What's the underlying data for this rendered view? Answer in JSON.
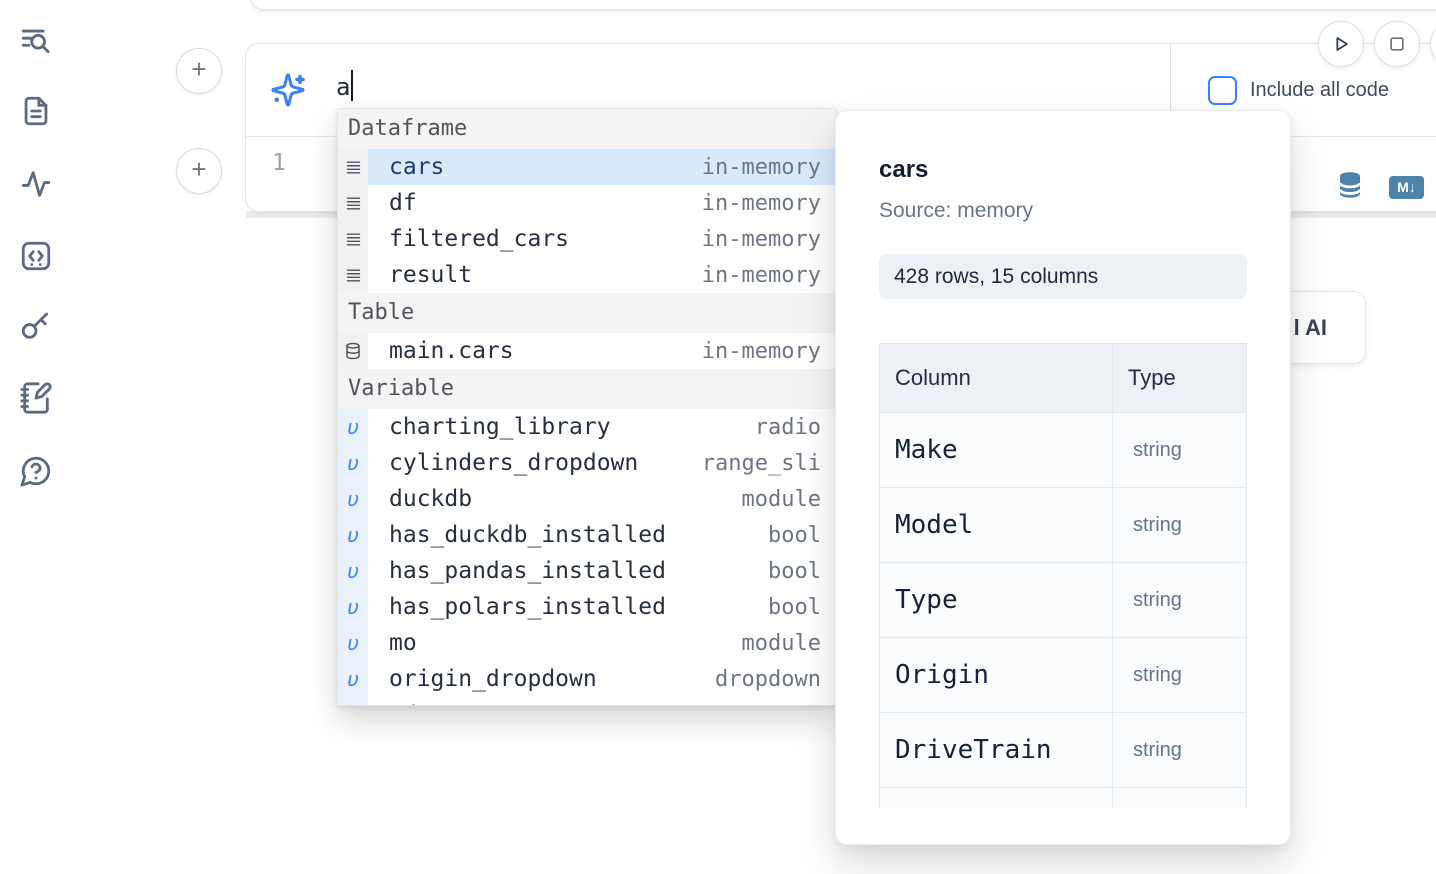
{
  "sidebar": {
    "items": [
      {
        "icon": "toc-search-icon"
      },
      {
        "icon": "document-icon"
      },
      {
        "icon": "activity-icon"
      },
      {
        "icon": "code-snippets-icon"
      },
      {
        "icon": "key-icon"
      },
      {
        "icon": "scratchpad-icon"
      },
      {
        "icon": "help-chat-icon"
      }
    ]
  },
  "cell": {
    "prompt_value": "a",
    "include_all_code_label": "Include all code",
    "line_number": "1",
    "markdown_badge": "M↓"
  },
  "autocomplete": {
    "sections": [
      {
        "label": "Dataframe",
        "items": [
          {
            "name": "cars",
            "type": "in-memory",
            "kind": "dataframe",
            "selected": true
          },
          {
            "name": "df",
            "type": "in-memory",
            "kind": "dataframe"
          },
          {
            "name": "filtered_cars",
            "type": "in-memory",
            "kind": "dataframe"
          },
          {
            "name": "result",
            "type": "in-memory",
            "kind": "dataframe"
          }
        ]
      },
      {
        "label": "Table",
        "items": [
          {
            "name": "main.cars",
            "type": "in-memory",
            "kind": "table"
          }
        ]
      },
      {
        "label": "Variable",
        "items": [
          {
            "name": "charting_library",
            "type": "radio",
            "kind": "variable"
          },
          {
            "name": "cylinders_dropdown",
            "type": "range_sli",
            "kind": "variable"
          },
          {
            "name": "duckdb",
            "type": "module",
            "kind": "variable"
          },
          {
            "name": "has_duckdb_installed",
            "type": "bool",
            "kind": "variable"
          },
          {
            "name": "has_pandas_installed",
            "type": "bool",
            "kind": "variable"
          },
          {
            "name": "has_polars_installed",
            "type": "bool",
            "kind": "variable"
          },
          {
            "name": "mo",
            "type": "module",
            "kind": "variable"
          },
          {
            "name": "origin_dropdown",
            "type": "dropdown",
            "kind": "variable"
          },
          {
            "name": "pd",
            "type": "module",
            "kind": "variable"
          }
        ]
      }
    ]
  },
  "popup": {
    "title": "cars",
    "source_label": "Source: memory",
    "shape_badge": "428 rows, 15 columns",
    "table": {
      "headers": [
        "Column",
        "Type"
      ],
      "rows": [
        [
          "Make",
          "string"
        ],
        [
          "Model",
          "string"
        ],
        [
          "Type",
          "string"
        ],
        [
          "Origin",
          "string"
        ],
        [
          "DriveTrain",
          "string"
        ],
        [
          "",
          ""
        ]
      ]
    }
  },
  "ai_card": {
    "visible_label": "l AI"
  },
  "colors": {
    "accent_blue": "#3b82f6",
    "steel_blue": "#4d83ab",
    "selected_row_bg": "#d9eafc",
    "selected_row_text": "#1d3b6e"
  }
}
